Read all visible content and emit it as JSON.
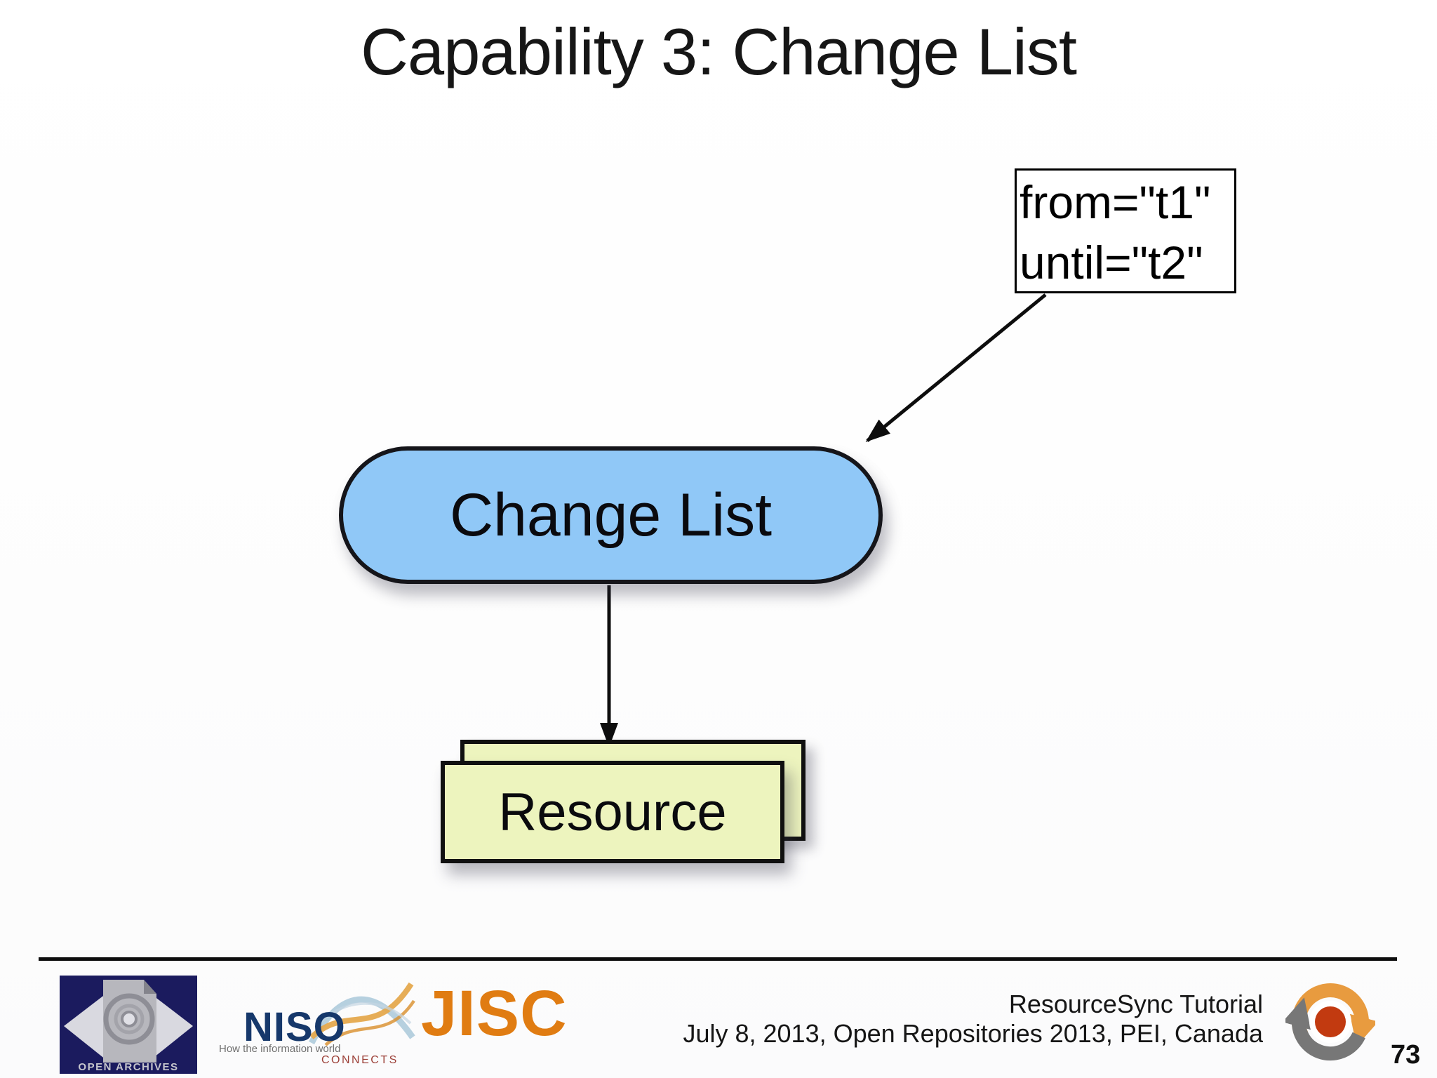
{
  "title": "Capability 3: Change List",
  "diagram": {
    "annotation": {
      "lines": [
        "from=\"t1\"",
        "until=\"t2\""
      ]
    },
    "change_list_label": "Change List",
    "resource_label": "Resource"
  },
  "footer": {
    "credits_line1": "ResourceSync Tutorial",
    "credits_line2": "July 8, 2013, Open Repositories 2013, PEI, Canada",
    "page_number": "73",
    "logos": {
      "open_archives_caption": "OPEN ARCHIVES",
      "niso_name": "NISO",
      "niso_tagline1": "How the information world",
      "niso_tagline2": "CONNECTS",
      "jisc_name": "JISC"
    }
  },
  "colors": {
    "change_list_fill": "#90C8F7",
    "resource_fill": "#EDF4BE",
    "outline_black": "#111111",
    "niso_navy": "#16386B",
    "niso_connects_red": "#9C4038",
    "jisc_orange": "#E07C12",
    "open_archives_navy": "#1B1B5E",
    "resourcesync_orange": "#E89B3F",
    "resourcesync_gray": "#777777",
    "resourcesync_red": "#C23A10"
  }
}
